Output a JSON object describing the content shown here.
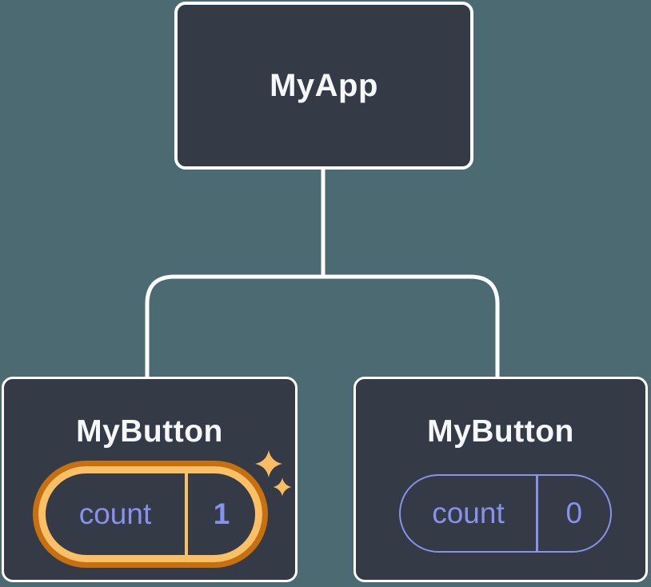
{
  "tree": {
    "root": {
      "label": "MyApp"
    },
    "children": [
      {
        "label": "MyButton",
        "state": {
          "key": "count",
          "value": "1"
        },
        "highlighted": true
      },
      {
        "label": "MyButton",
        "state": {
          "key": "count",
          "value": "0"
        },
        "highlighted": false
      }
    ]
  },
  "colors": {
    "background": "#4C6A72",
    "node_fill": "#343A46",
    "node_border": "#FFFFFF",
    "connector": "#FFFFFF",
    "title_text": "#F6F7F9",
    "state_text": "#8891EC",
    "pill_border": "#8891EC",
    "highlight_outer": "#C7700F",
    "highlight_inner": "#FBBF66",
    "sparkle": "#FABD62"
  }
}
